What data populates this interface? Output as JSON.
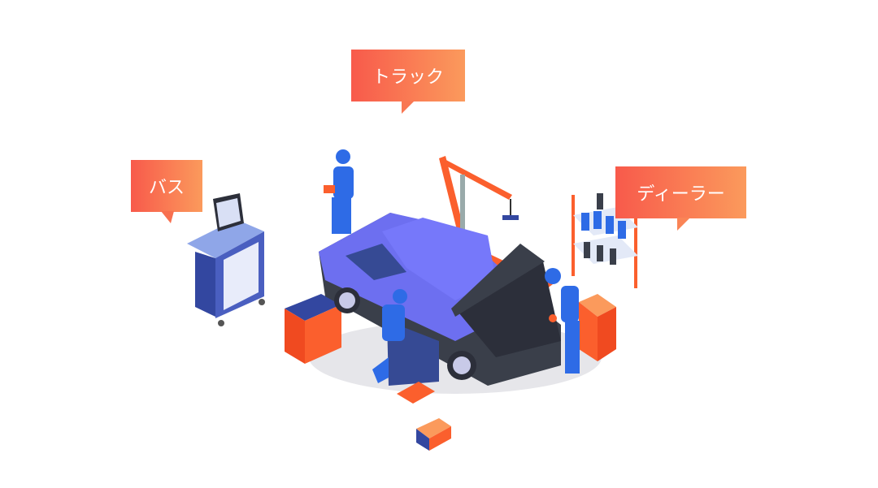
{
  "labels": {
    "bus": "バス",
    "truck": "トラック",
    "dealer": "ディーラー"
  },
  "colors": {
    "bubble_start": "#f85a4b",
    "bubble_end": "#fb9a5c",
    "car_body": "#7476f5",
    "car_dark": "#3a3f4a",
    "worker_blue": "#2e6be6",
    "tool_orange": "#fb5f2d"
  }
}
